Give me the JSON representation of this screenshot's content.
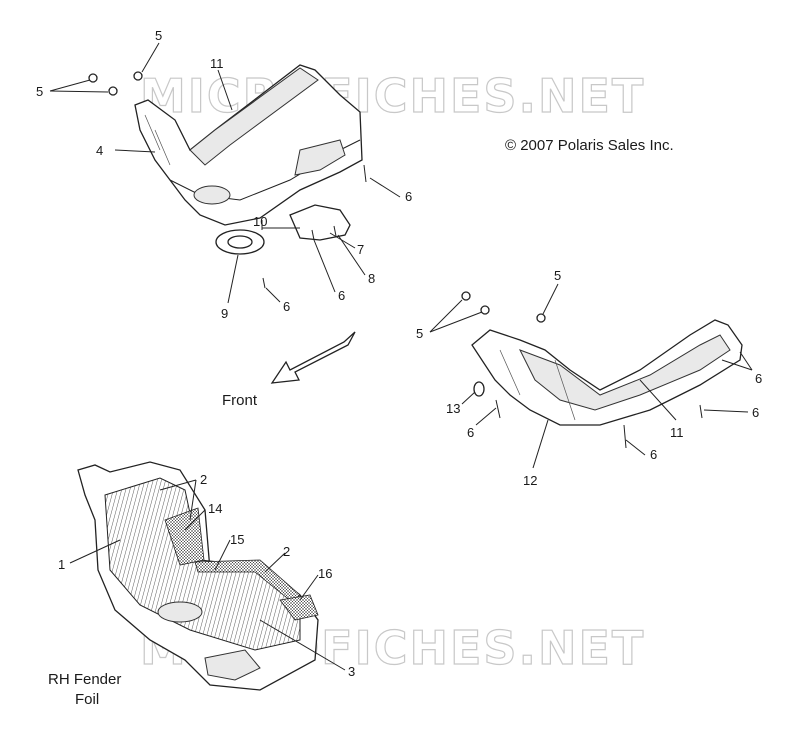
{
  "watermark": "MICROFICHES.NET",
  "copyright": "© 2007 Polaris Sales Inc.",
  "direction_label": "Front",
  "assembly_label_line1": "RH Fender",
  "assembly_label_line2": "Foil",
  "callouts": {
    "c5a": "5",
    "c5b": "5",
    "c11a": "11",
    "c4": "4",
    "c6a": "6",
    "c10": "10",
    "c7": "7",
    "c8": "8",
    "c6b": "6",
    "c9": "9",
    "c6c": "6",
    "c5c": "5",
    "c5d": "5",
    "c6d": "6",
    "c13": "13",
    "c6e": "6",
    "c11b": "11",
    "c6f": "6",
    "c6g": "6",
    "c12": "12",
    "c2a": "2",
    "c14": "14",
    "c1": "1",
    "c15": "15",
    "c2b": "2",
    "c16": "16",
    "c3": "3"
  }
}
